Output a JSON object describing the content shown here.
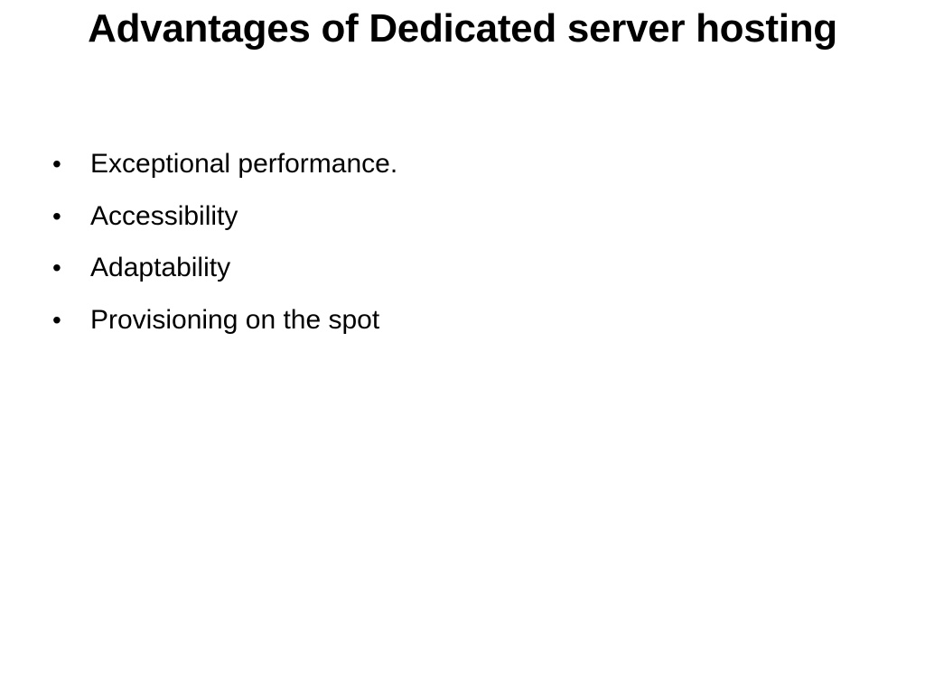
{
  "slide": {
    "title": "Advantages of Dedicated server hosting",
    "bullets": [
      "Exceptional performance.",
      "Accessibility",
      "Adaptability",
      "Provisioning on the spot"
    ]
  }
}
